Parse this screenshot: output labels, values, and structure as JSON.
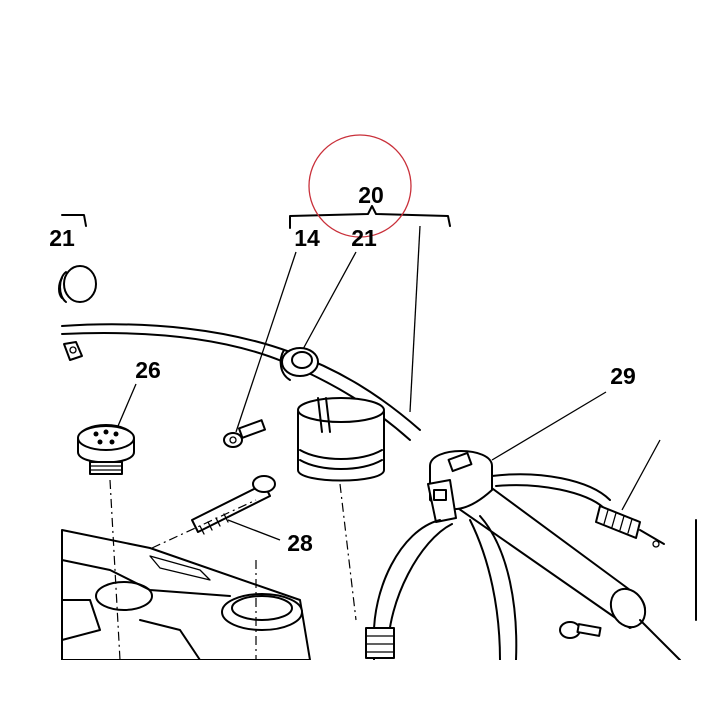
{
  "diagram": {
    "labels": {
      "l20": "20",
      "l14": "14",
      "l21a": "21",
      "l21b": "21",
      "l26": "26",
      "l28": "28",
      "l29": "29"
    },
    "highlight": {
      "shape": "circle",
      "color": "#c9303a"
    },
    "line_color": "#000000",
    "background": "#ffffff"
  }
}
